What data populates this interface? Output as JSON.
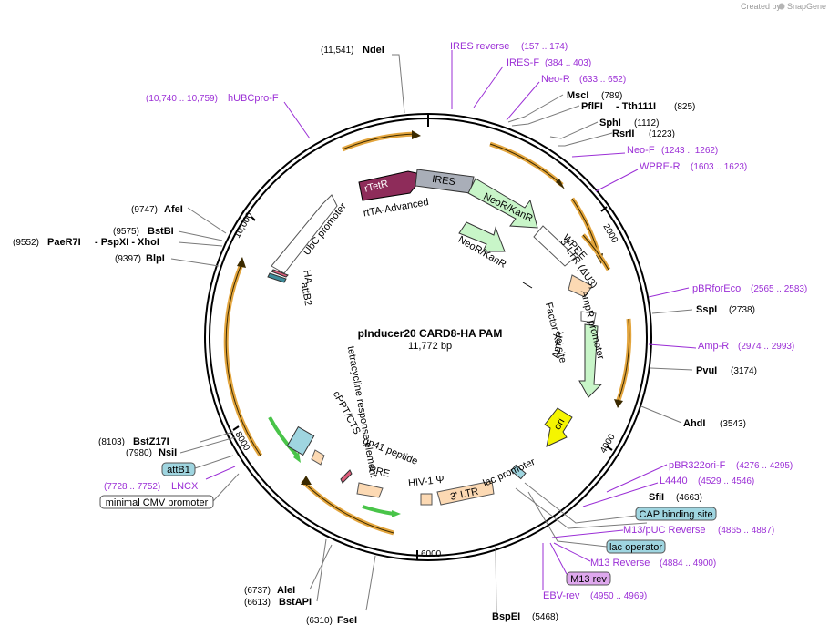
{
  "watermark": {
    "created_by": "Created by",
    "brand": "SnapGene"
  },
  "plasmid": {
    "name": "pInducer20 CARD8-HA PAM",
    "length_label": "11,772 bp"
  },
  "ticks": [
    "2000",
    "4000",
    "6000",
    "8000",
    "10,000"
  ],
  "features": [
    "rTetR",
    "rtTA-Advanced",
    "IRES",
    "NeoR/KanR",
    "NeoR/KanR",
    "UbC promoter",
    "WPRE",
    "3' LTR (ΔU3)",
    "AmpR promoter",
    "AmpR",
    "ori",
    "lac promoter",
    "3' LTR",
    "HIV-1 Ψ",
    "RRE",
    "gp41 peptide",
    "cPPT/CTS",
    "tetracycline response element",
    "attB2",
    "HA",
    "Factor Xa site"
  ],
  "sites": [
    {
      "name": "NdeI",
      "pos": "(11,541)"
    },
    {
      "name": "MscI",
      "pos": "(789)"
    },
    {
      "name": "PflFI",
      "extra": "- Tth111I",
      "pos": "(825)"
    },
    {
      "name": "SphI",
      "pos": "(1112)"
    },
    {
      "name": "RsrII",
      "pos": "(1223)"
    },
    {
      "name": "SspI",
      "pos": "(2738)"
    },
    {
      "name": "PvuI",
      "pos": "(3174)"
    },
    {
      "name": "AhdI",
      "pos": "(3543)"
    },
    {
      "name": "SfiI",
      "pos": "(4663)"
    },
    {
      "name": "BspEI",
      "pos": "(5468)"
    },
    {
      "name": "FseI",
      "pos": "(6310)"
    },
    {
      "name": "AleI",
      "pos": "(6737)"
    },
    {
      "name": "BstAPI",
      "pos": "(6613)"
    },
    {
      "name": "NsiI",
      "pos": "(7980)"
    },
    {
      "name": "BstZ17I",
      "pos": "(8103)"
    },
    {
      "name": "BlpI",
      "pos": "(9397)"
    },
    {
      "name": "PaeR7I",
      "extra": "- PspXI - XhoI",
      "pos": "(9552)"
    },
    {
      "name": "BstBI",
      "pos": "(9575)"
    },
    {
      "name": "AfeI",
      "pos": "(9747)"
    }
  ],
  "primers": [
    {
      "name": "IRES reverse",
      "pos": "(157 .. 174)"
    },
    {
      "name": "IRES-F",
      "pos": "(384 .. 403)"
    },
    {
      "name": "Neo-R",
      "pos": "(633 .. 652)"
    },
    {
      "name": "Neo-F",
      "pos": "(1243 .. 1262)"
    },
    {
      "name": "WPRE-R",
      "pos": "(1603 .. 1623)"
    },
    {
      "name": "pBRforEco",
      "pos": "(2565 .. 2583)"
    },
    {
      "name": "Amp-R",
      "pos": "(2974 .. 2993)"
    },
    {
      "name": "pBR322ori-F",
      "pos": "(4276 .. 4295)"
    },
    {
      "name": "L4440",
      "pos": "(4529 .. 4546)"
    },
    {
      "name": "M13/pUC Reverse",
      "pos": "(4865 .. 4887)"
    },
    {
      "name": "M13 Reverse",
      "pos": "(4884 .. 4900)"
    },
    {
      "name": "EBV-rev",
      "pos": "(4950 .. 4969)"
    },
    {
      "name": "LNCX",
      "pos": "(7728 .. 7752)"
    },
    {
      "name": "hUBCpro-F",
      "pos": "(10,740 .. 10,759)"
    }
  ],
  "boxed": {
    "cap": "CAP binding site",
    "lacop": "lac operator",
    "m13rev": "M13 rev",
    "attb1": "attB1",
    "cmv": "minimal CMV promoter"
  },
  "colors": {
    "primer": "#9b2fd6",
    "orf_orange": "#e3a53d",
    "rtetr": "#8e2c5a",
    "ires": "#a9aeb8",
    "neo": "#c8f5c8",
    "ori": "#f5f500",
    "ltr": "#fcd9b3",
    "boxed_blue": "#9fd5e0",
    "boxed_violet": "#dfa8ee"
  }
}
